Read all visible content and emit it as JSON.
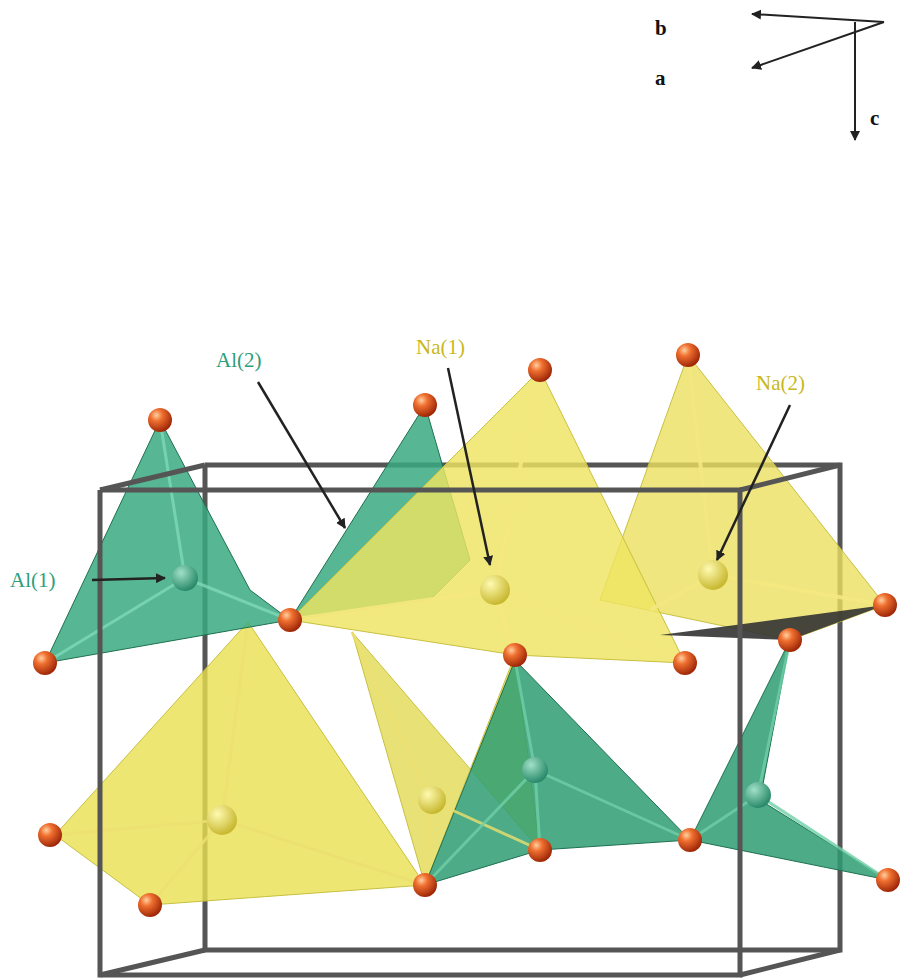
{
  "diagram": {
    "labels": [
      "b",
      "a",
      "c",
      "Na(1)",
      "Al(2)",
      "Na(2)",
      "Al(1)"
    ]
  }
}
